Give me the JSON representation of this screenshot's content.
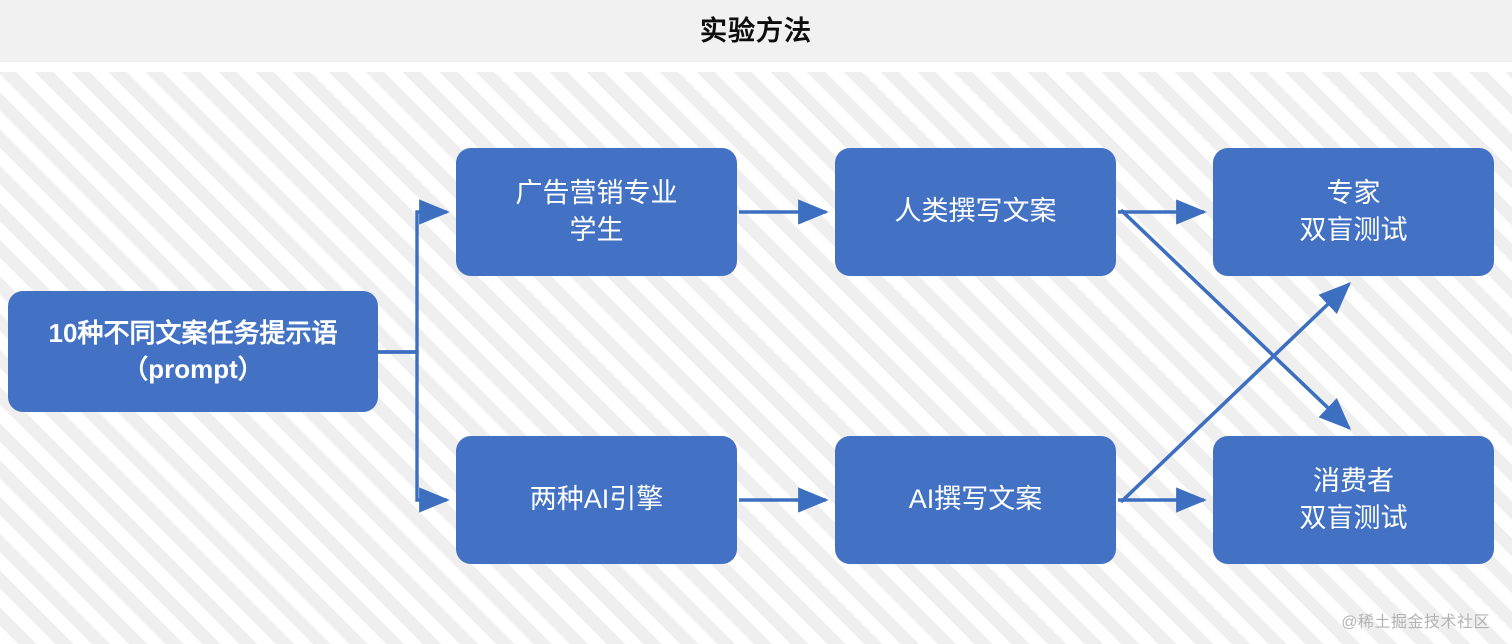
{
  "header": {
    "title": "实验方法"
  },
  "colors": {
    "node_fill": "#4372c4",
    "node_text": "#ffffff",
    "connector": "#3d6fc0",
    "header_bg": "#f1f1f1",
    "canvas_bg": "#fbfbfb",
    "stripe": "#efefef",
    "title_text": "#0d0d0d",
    "watermark_text": "#b4b4b4"
  },
  "diagram": {
    "type": "flowchart",
    "nodes": [
      {
        "id": "prompt",
        "label": "10种不同文案任务提示语（prompt）",
        "column": 1,
        "row": "center"
      },
      {
        "id": "students",
        "label": "广告营销专业\n学生",
        "column": 2,
        "row": "top"
      },
      {
        "id": "ai_engines",
        "label": "两种AI引擎",
        "column": 2,
        "row": "bottom"
      },
      {
        "id": "human_copy",
        "label": "人类撰写文案",
        "column": 3,
        "row": "top"
      },
      {
        "id": "ai_copy",
        "label": "AI撰写文案",
        "column": 3,
        "row": "bottom"
      },
      {
        "id": "expert_test",
        "label": "专家\n双盲测试",
        "column": 4,
        "row": "top"
      },
      {
        "id": "consumer_test",
        "label": "消费者\n双盲测试",
        "column": 4,
        "row": "bottom"
      }
    ],
    "edges": [
      {
        "from": "prompt",
        "to": "students",
        "style": "elbow"
      },
      {
        "from": "prompt",
        "to": "ai_engines",
        "style": "elbow"
      },
      {
        "from": "students",
        "to": "human_copy",
        "style": "straight"
      },
      {
        "from": "ai_engines",
        "to": "ai_copy",
        "style": "straight"
      },
      {
        "from": "human_copy",
        "to": "expert_test",
        "style": "straight"
      },
      {
        "from": "human_copy",
        "to": "consumer_test",
        "style": "diagonal"
      },
      {
        "from": "ai_copy",
        "to": "consumer_test",
        "style": "straight"
      },
      {
        "from": "ai_copy",
        "to": "expert_test",
        "style": "diagonal"
      }
    ]
  },
  "watermark": {
    "text": "@稀土掘金技术社区"
  }
}
